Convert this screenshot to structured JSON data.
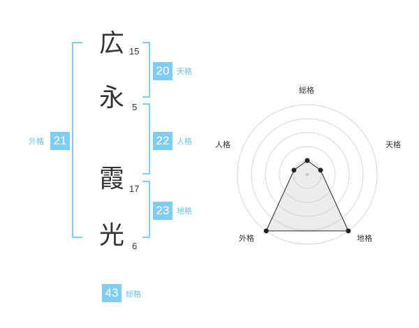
{
  "name": {
    "chars": [
      {
        "char": "広",
        "strokes": "15"
      },
      {
        "char": "永",
        "strokes": "5"
      },
      {
        "char": "霞",
        "strokes": "17"
      },
      {
        "char": "光",
        "strokes": "6"
      }
    ]
  },
  "fortunes": {
    "tenkaku": {
      "value": "20",
      "label": "天格"
    },
    "jinkaku": {
      "value": "22",
      "label": "人格"
    },
    "chikaku": {
      "value": "23",
      "label": "地格"
    },
    "gaikaku": {
      "value": "21",
      "label": "外格"
    },
    "soukaku": {
      "value": "43",
      "label": "総格"
    }
  },
  "colors": {
    "accent": "#7fcdf3",
    "bracket": "#7fcdf3",
    "label": "#6bc2ea",
    "text": "#333333"
  },
  "chart_data": {
    "type": "radar",
    "axes": [
      "総格",
      "天格",
      "地格",
      "外格",
      "人格"
    ],
    "max": 5,
    "rings": 5,
    "values": [
      1,
      1,
      5,
      5,
      1
    ]
  }
}
